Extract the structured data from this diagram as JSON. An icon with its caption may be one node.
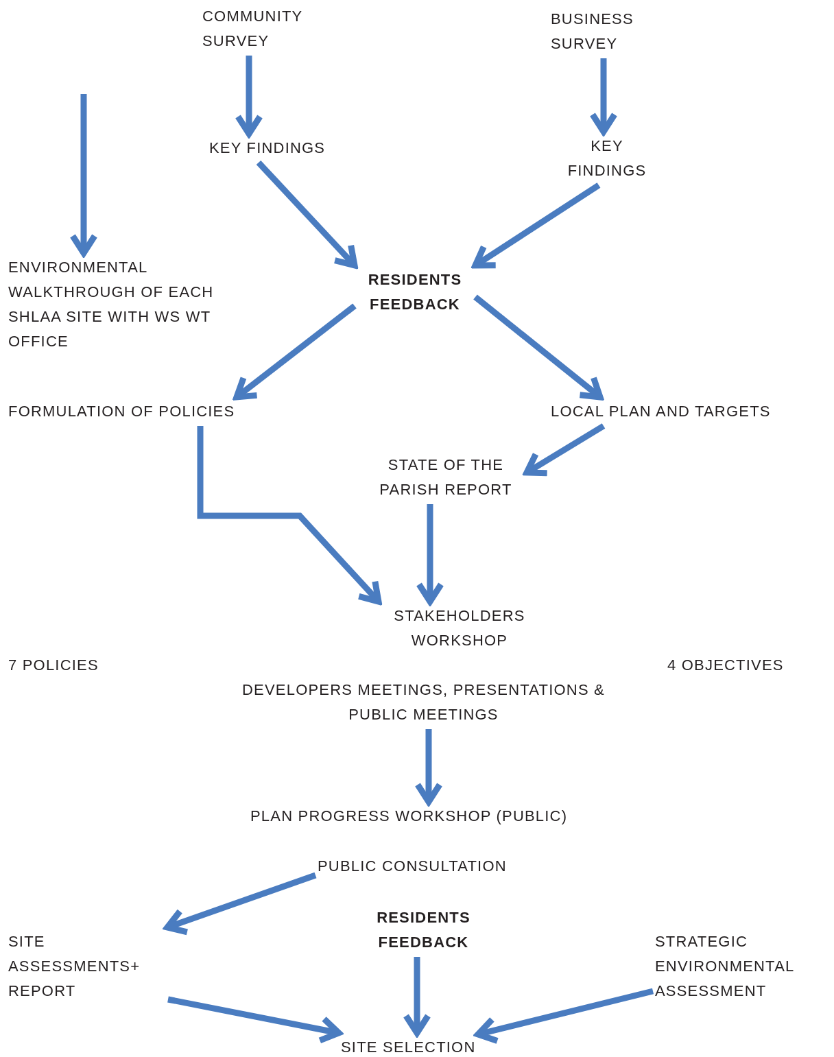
{
  "diagram": {
    "nodes": [
      {
        "text": [
          "COMMUNITY SURVEY"
        ]
      },
      {
        "text": [
          "BUSINESS SURVEY"
        ]
      },
      {
        "text": [
          "KEY FINDINGS"
        ]
      },
      {
        "text": [
          "KEY FINDINGS"
        ]
      },
      {
        "text": [
          "ENVIRONMENTAL WALKTHROUGH OF EACH SHLAA SITE WITH WS WT OFFICE"
        ]
      },
      {
        "text": [
          "RESIDENTS FEEDBACK"
        ]
      },
      {
        "text": [
          "FORMULATION OF POLICIES"
        ]
      },
      {
        "text": [
          "LOCAL PLAN AND TARGETS"
        ]
      },
      {
        "text": [
          "STATE OF THE PARISH REPORT"
        ]
      },
      {
        "text": [
          "STAKEHOLDERS WORKSHOP"
        ]
      },
      {
        "text": [
          "7 POLICIES"
        ]
      },
      {
        "text": [
          "4 OBJECTIVES"
        ]
      },
      {
        "text": [
          "DEVELOPERS MEETINGS, PRESENTATIONS & PUBLIC MEETINGS"
        ]
      },
      {
        "text": [
          "PLAN PROGRESS WORKSHOP (PUBLIC)"
        ]
      },
      {
        "text": [
          "PUBLIC CONSULTATION"
        ]
      },
      {
        "text": [
          "RESIDENTS FEEDBACK"
        ]
      },
      {
        "text": [
          "SITE ASSESSMENTS+ REPORT"
        ]
      },
      {
        "text": [
          "STRATEGIC ENVIRONMENTAL ASSESSMENT"
        ]
      },
      {
        "text": [
          "SITE SELECTION"
        ]
      }
    ],
    "edges": [
      {
        "from": 0,
        "to": 2,
        "arrow": "to"
      },
      {
        "from": 1,
        "to": 3,
        "arrow": "to"
      },
      {
        "from": null,
        "to": 4,
        "arrow": "to"
      },
      {
        "from": 2,
        "to": 5,
        "arrow": "to"
      },
      {
        "from": 3,
        "to": 5,
        "arrow": "to"
      },
      {
        "from": 5,
        "to": 6,
        "arrow": "to"
      },
      {
        "from": 5,
        "to": 7,
        "arrow": "to"
      },
      {
        "from": 7,
        "to": 8,
        "arrow": "to"
      },
      {
        "from": 6,
        "to": 9,
        "arrow": "to"
      },
      {
        "from": 8,
        "to": 9,
        "arrow": "to"
      },
      {
        "from": 12,
        "to": 13,
        "arrow": "to"
      },
      {
        "from": 14,
        "to": 16,
        "arrow": "to"
      },
      {
        "from": 16,
        "to": 18,
        "arrow": "to"
      },
      {
        "from": 15,
        "to": 18,
        "arrow": "to"
      },
      {
        "from": 17,
        "to": 18,
        "arrow": "to"
      }
    ]
  }
}
